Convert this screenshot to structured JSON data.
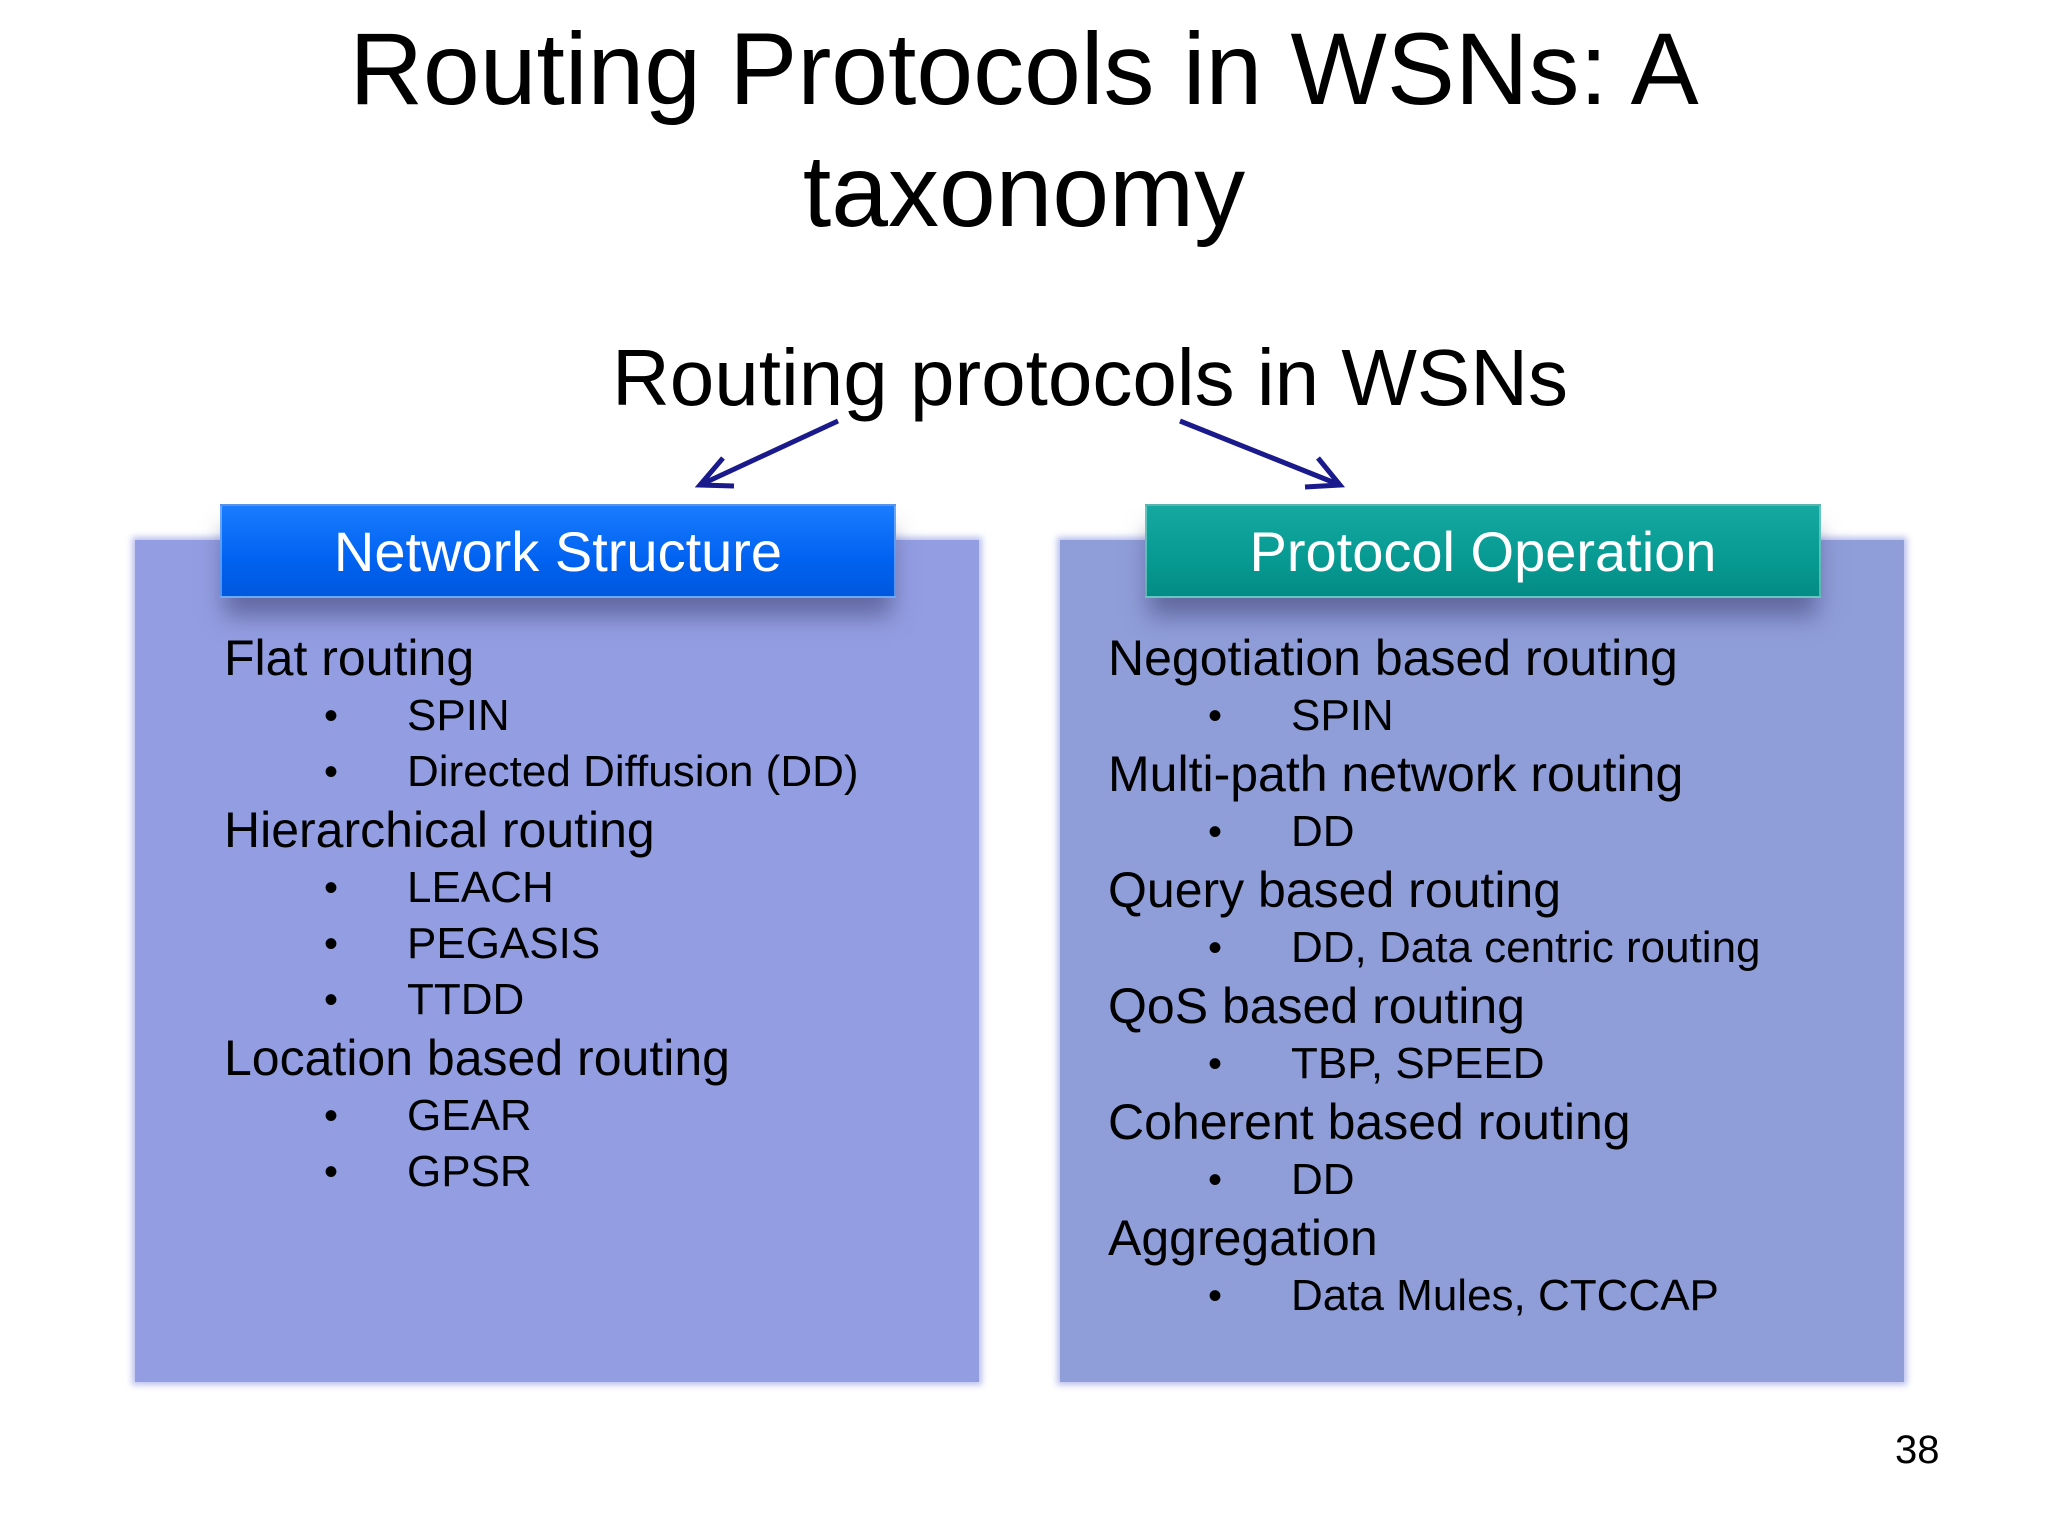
{
  "slide": {
    "title_line1": "Routing Protocols in WSNs: A",
    "title_line2": "taxonomy",
    "subtitle": "Routing protocols in WSNs",
    "page_number": "38"
  },
  "colors": {
    "left_header": "#0066ff",
    "right_header": "#079a92",
    "left_panel": "#939ee2",
    "right_panel": "#8f9dd9",
    "arrow": "#1a1a8c"
  },
  "left": {
    "header": "Network Structure",
    "groups": [
      {
        "label": "Flat routing",
        "items": [
          "SPIN",
          "Directed Diffusion (DD)"
        ]
      },
      {
        "label": "Hierarchical routing",
        "items": [
          "LEACH",
          "PEGASIS",
          "TTDD"
        ]
      },
      {
        "label": "Location based routing",
        "items": [
          "GEAR",
          "GPSR"
        ]
      }
    ]
  },
  "right": {
    "header": "Protocol Operation",
    "groups": [
      {
        "label": "Negotiation based routing",
        "items": [
          "SPIN"
        ]
      },
      {
        "label": "Multi-path network routing",
        "items": [
          "DD"
        ]
      },
      {
        "label": "Query based routing",
        "items": [
          "DD, Data centric routing"
        ]
      },
      {
        "label": "QoS based routing",
        "items": [
          "TBP, SPEED"
        ]
      },
      {
        "label": "Coherent based routing",
        "items": [
          "DD"
        ]
      },
      {
        "label": "Aggregation",
        "items": [
          "Data Mules, CTCCAP"
        ]
      }
    ]
  }
}
